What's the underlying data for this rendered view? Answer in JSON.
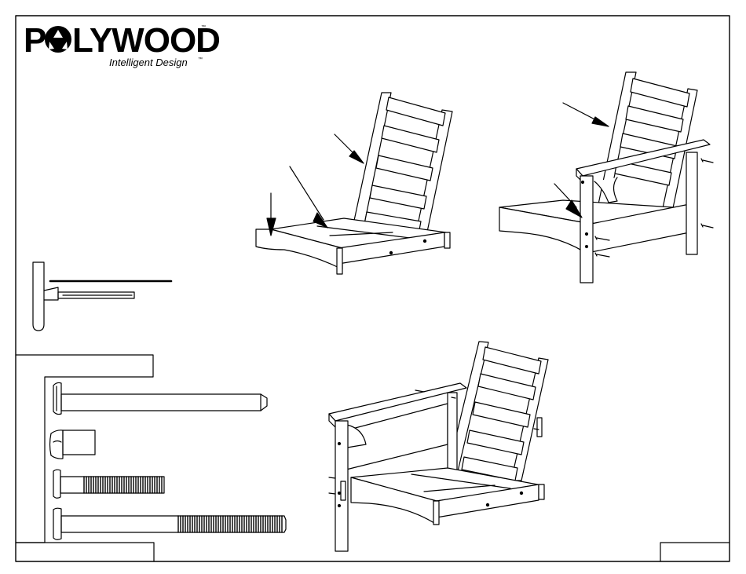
{
  "brand": {
    "logo_letters": [
      "P",
      "LYWOOD"
    ],
    "trademark": "™",
    "tagline": "Intelligent Design",
    "tagline_trademark": "™"
  },
  "sections": {
    "tool": "hex-key-icon",
    "hardware": [
      "long-bolt-icon",
      "barrel-nut-icon",
      "short-threaded-bolt-icon",
      "long-threaded-bolt-icon"
    ],
    "steps": [
      "assembly-step-1",
      "assembly-step-2",
      "assembly-step-3"
    ]
  }
}
